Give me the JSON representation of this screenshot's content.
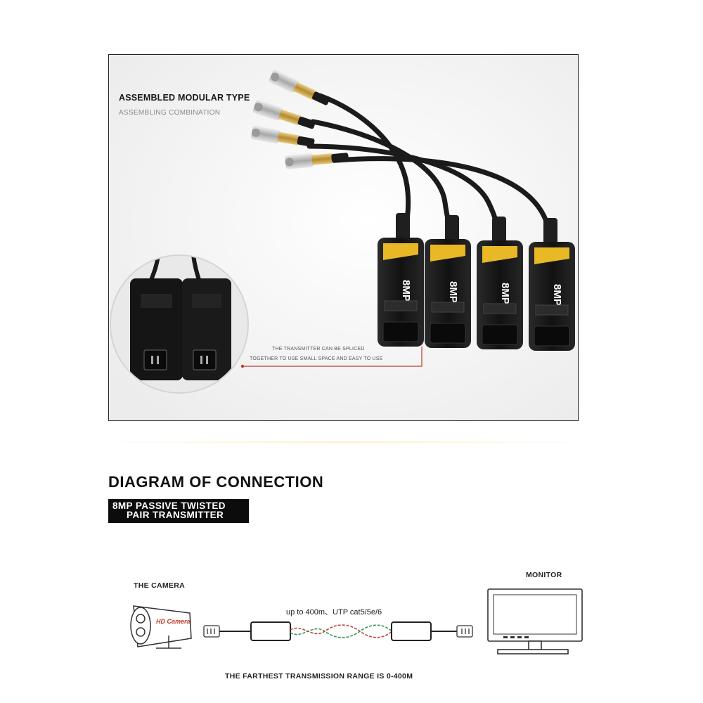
{
  "photo": {
    "title": "ASSEMBLED MODULAR TYPE",
    "subtitle": "ASSEMBLING COMBINATION",
    "module_label": "8MP",
    "note_line1": "THE TRANSMITTER CAN BE SPLICED",
    "note_line2": "TOGETHER TO USE SMALL SPACE AND EASY TO USE"
  },
  "diagram": {
    "title": "DIAGRAM OF CONNECTION",
    "banner_line1": "8MP PASSIVE TWISTED",
    "banner_line2": "PAIR TRANSMITTER",
    "camera_label": "THE CAMERA",
    "camera_brand": "HD Camera",
    "monitor_label": "MONITOR",
    "cable_note": "up to 400m、UTP cat5/5e/6",
    "range_note": "THE FARTHEST TRANSMISSION RANGE IS 0-400M"
  },
  "colors": {
    "module_body": "#151515",
    "module_stripe": "#e8b826",
    "bnc_metal": "#c9c9c9",
    "leader_line": "#c0392b",
    "banner_bg": "#0c0c0c"
  }
}
